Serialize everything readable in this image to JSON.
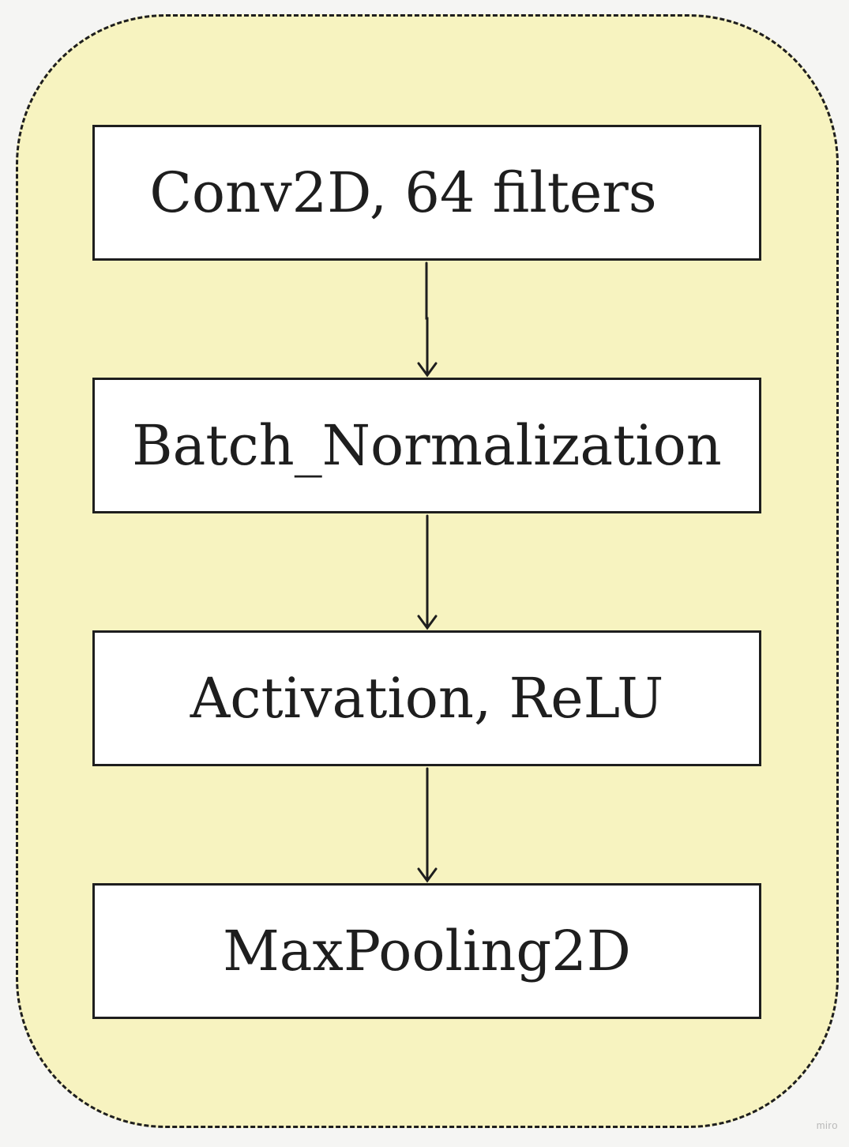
{
  "diagram": {
    "nodes": [
      {
        "id": "conv2d",
        "label": "Conv2D, 64 filters"
      },
      {
        "id": "batch-norm",
        "label": "Batch_Normalization"
      },
      {
        "id": "activation",
        "label": "Activation, ReLU"
      },
      {
        "id": "maxpool",
        "label": "MaxPooling2D"
      }
    ],
    "edges": [
      {
        "from": "conv2d",
        "to": "batch-norm"
      },
      {
        "from": "batch-norm",
        "to": "activation"
      },
      {
        "from": "activation",
        "to": "maxpool"
      }
    ],
    "colors": {
      "group_fill": "#f7f3c0",
      "stroke": "#1e1e1e",
      "node_fill": "#ffffff",
      "background": "#f5f5f3"
    }
  },
  "watermark": "miro"
}
